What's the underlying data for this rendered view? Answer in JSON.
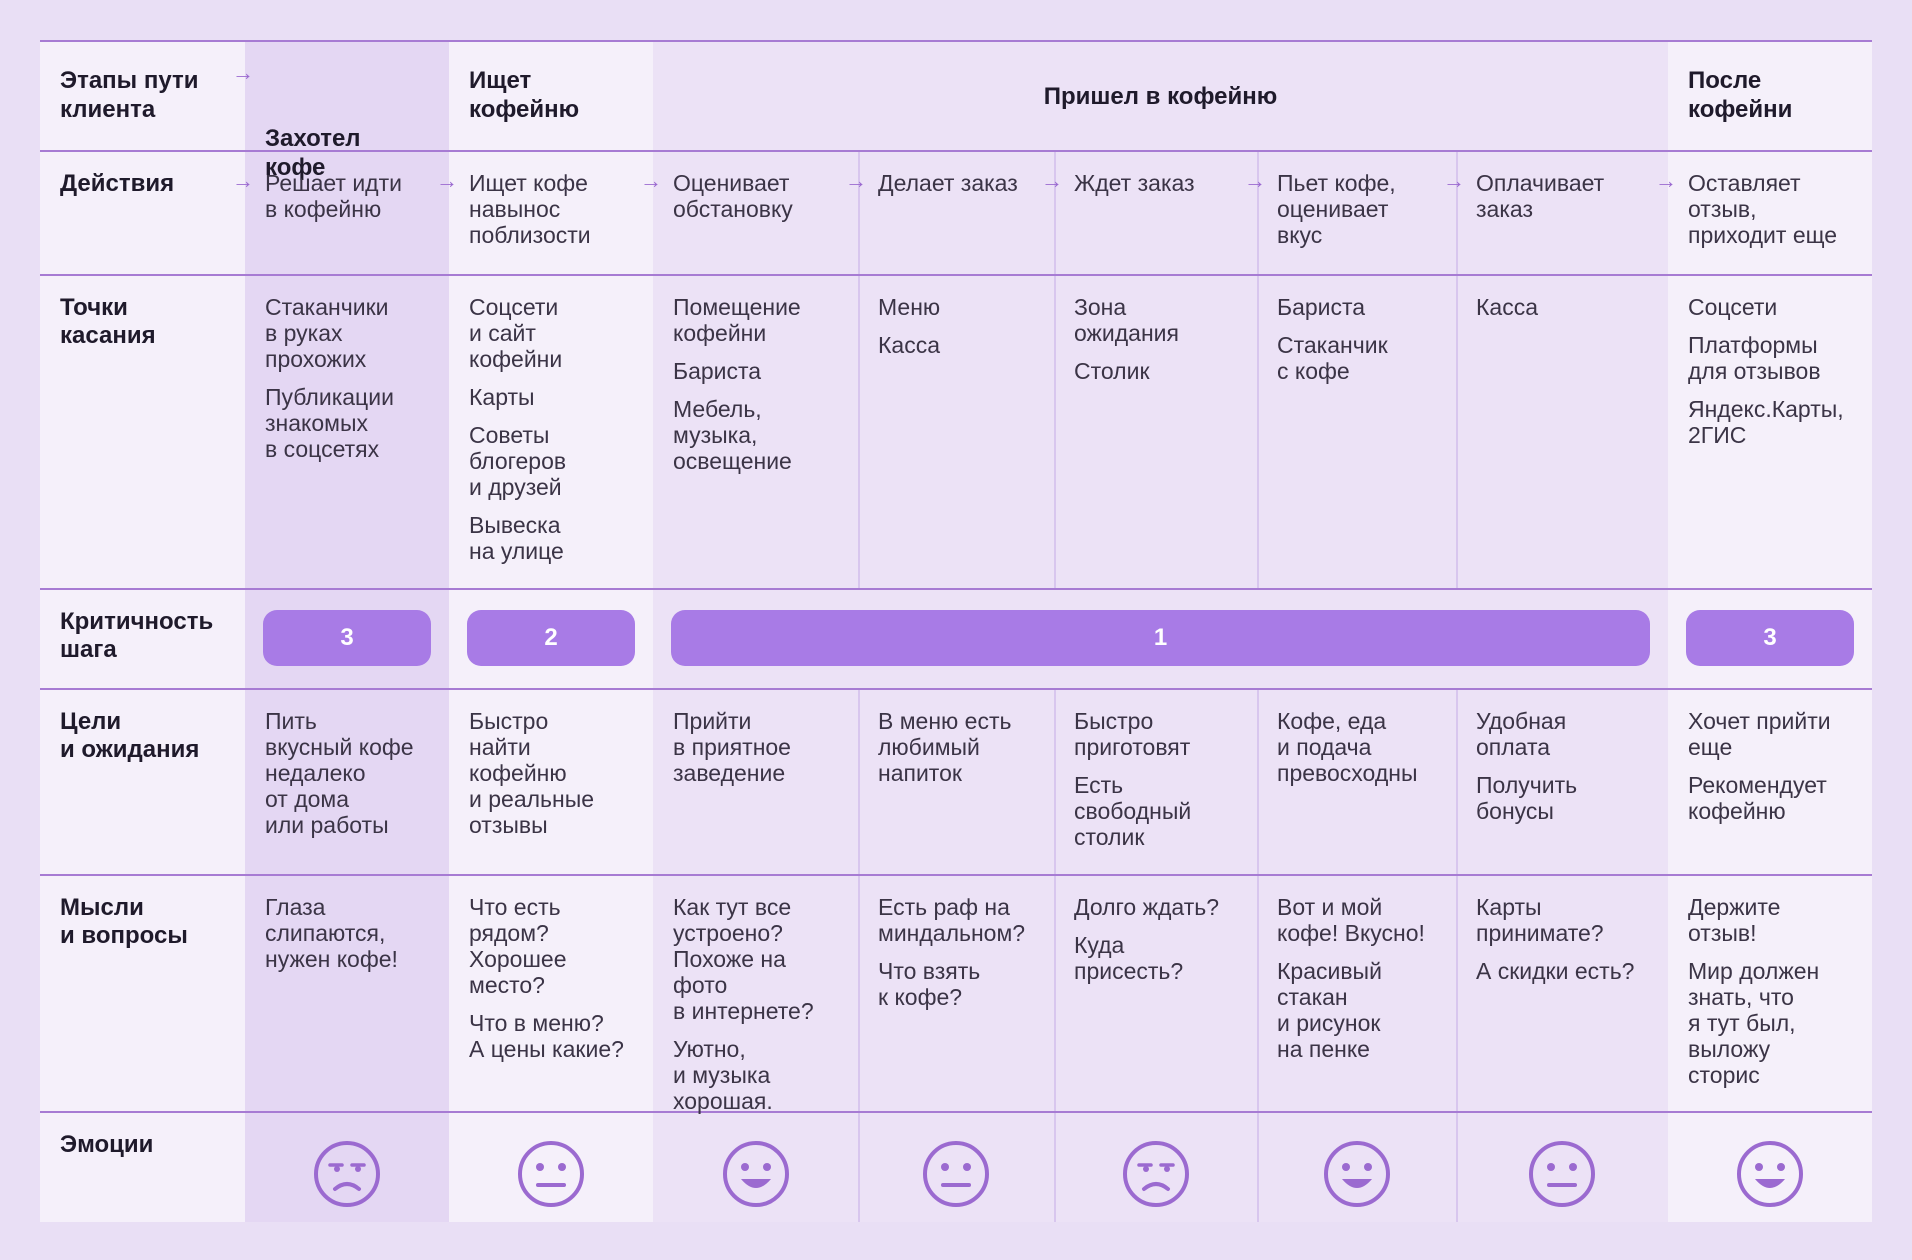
{
  "header": {
    "stages_label": "Этапы пути\nклиента",
    "stage1": "Захотел\nкофе",
    "stage2": "Ищет\nкофейню",
    "stage3": "Пришел в кофейню",
    "stage4": "После\nкофейни"
  },
  "rows": {
    "actions": "Действия",
    "touchpoints": "Точки\nкасания",
    "criticality": "Критичность\nшага",
    "goals": "Цели\nи ожидания",
    "thoughts": "Мысли\nи вопросы",
    "emotions": "Эмоции"
  },
  "actions": [
    "Решает идти\nв кофейню",
    "Ищет кофе\nнавынос\nпоблизости",
    "Оценивает\nобстановку",
    "Делает заказ",
    "Ждет заказ",
    "Пьет кофе,\nоценивает\nвкус",
    "Оплачивает\nзаказ",
    "Оставляет\nотзыв,\nприходит еще"
  ],
  "touchpoints": [
    [
      "Стаканчики\nв руках\nпрохожих",
      "Публикации\nзнакомых\nв соцсетях"
    ],
    [
      "Соцсети\nи сайт\nкофейни",
      "Карты",
      "Советы\nблогеров\nи друзей",
      "Вывеска\nна улице"
    ],
    [
      "Помещение\nкофейни",
      "Бариста",
      "Мебель,\nмузыка,\nосвещение"
    ],
    [
      "Меню",
      "Касса"
    ],
    [
      "Зона\nожидания",
      "Столик"
    ],
    [
      "Бариста",
      "Стаканчик\nс кофе"
    ],
    [
      "Касса"
    ],
    [
      "Соцсети",
      "Платформы\nдля отзывов",
      "Яндекс.Карты,\n2ГИС"
    ]
  ],
  "criticality": [
    "3",
    "2",
    "1",
    "3"
  ],
  "goals": [
    [
      "Пить\nвкусный кофе\nнедалеко\nот дома\nили работы"
    ],
    [
      "Быстро\nнайти\nкофейню\nи реальные\nотзывы"
    ],
    [
      "Прийти\nв приятное\nзаведение"
    ],
    [
      "В меню есть\nлюбимый\nнапиток"
    ],
    [
      "Быстро\nприготовят",
      "Есть\nсвободный\nстолик"
    ],
    [
      "Кофе, еда\nи подача\nпревосходны"
    ],
    [
      "Удобная\nоплата",
      "Получить\nбонусы"
    ],
    [
      "Хочет прийти\nеще",
      "Рекомендует\nкофейню"
    ]
  ],
  "thoughts": [
    [
      "Глаза\nслипаются,\nнужен кофе!"
    ],
    [
      "Что есть\nрядом?\nХорошее\nместо?",
      "Что в меню?\nА цены какие?"
    ],
    [
      "Как тут все\nустроено?\nПохоже на фото\nв интернете?",
      "Уютно,\nи музыка\nхорошая."
    ],
    [
      "Есть раф на\nминдальном?",
      "Что взять\nк кофе?"
    ],
    [
      "Долго ждать?",
      "Куда присесть?"
    ],
    [
      "Вот и мой\nкофе! Вкусно!",
      "Красивый\nстакан\nи рисунок\nна пенке"
    ],
    [
      "Карты\nпринимате?",
      "А скидки есть?"
    ],
    [
      "Держите\nотзыв!",
      "Мир должен\nзнать, что\nя тут был,\nвыложу\nсторис"
    ]
  ],
  "emotions": [
    "annoyed-face-icon",
    "neutral-face-icon",
    "happy-face-icon",
    "neutral-face-icon",
    "annoyed-face-icon",
    "happy-face-icon",
    "neutral-face-icon",
    "happy-face-icon"
  ],
  "colors": {
    "accent": "#a87be6",
    "line": "#a77bd3",
    "icon": "#9b6ad0"
  }
}
